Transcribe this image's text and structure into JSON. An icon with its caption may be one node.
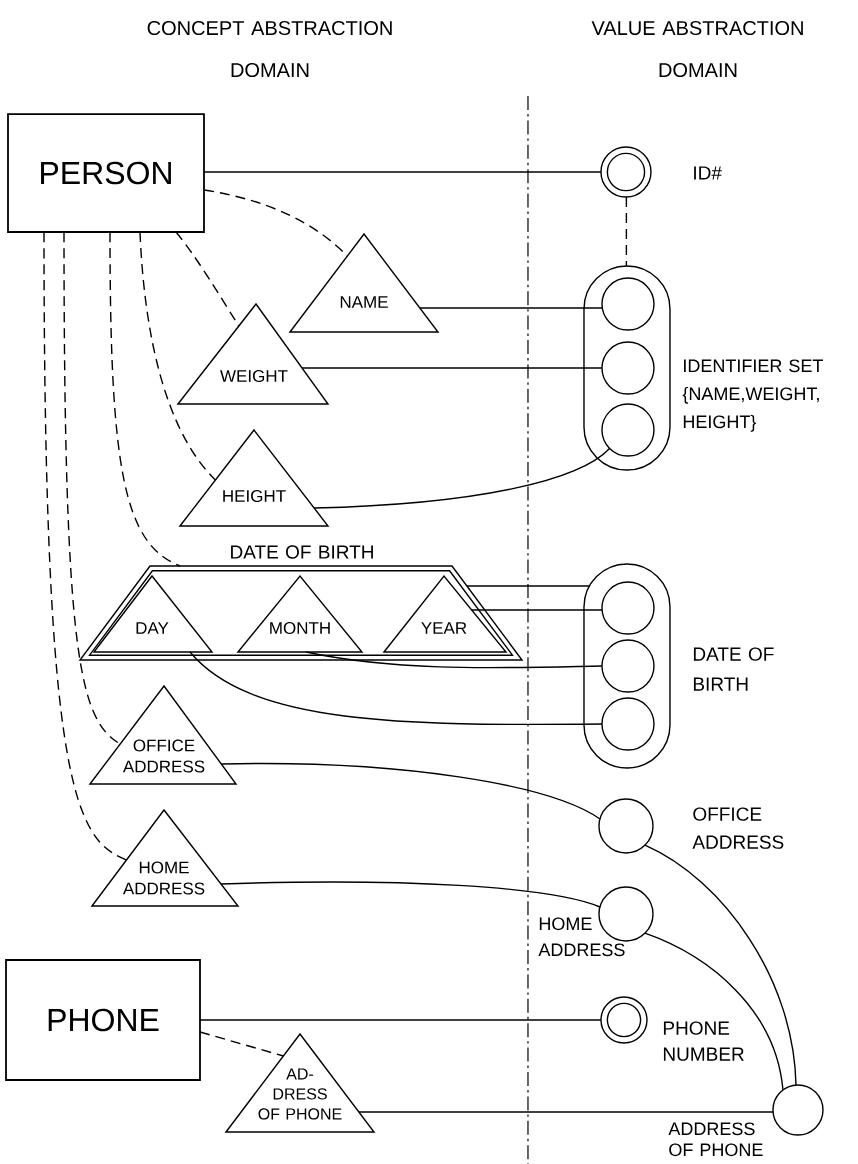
{
  "diagram": {
    "nodes": [
      {
        "text": [
          "PERSON"
        ]
      },
      {
        "text": [],
        "shape": "ring",
        "beside": [
          "ID#"
        ]
      },
      {
        "text": [
          "NAME"
        ]
      },
      {
        "text": [
          "WEIGHT"
        ]
      },
      {
        "text": [
          "HEIGHT"
        ]
      },
      {
        "text": [],
        "shape": "capsule",
        "beside": [
          "IDENTIFIER SET {NAME,WEIGHT, HEIGHT}"
        ]
      },
      {
        "text": [],
        "shape": "circle",
        "in": 5
      },
      {
        "text": [],
        "shape": "circle",
        "in": 5
      },
      {
        "text": [],
        "shape": "circle",
        "in": 5
      },
      {
        "text": [
          "DATE OF BIRTH"
        ]
      },
      {
        "text": [
          "DAY"
        ],
        "in": 9
      },
      {
        "text": [
          "MONTH"
        ],
        "in": 9
      },
      {
        "text": [
          "YEAR"
        ],
        "in": 9
      },
      {
        "text": [],
        "shape": "capsule",
        "beside": [
          "DATE OF BIRTH"
        ]
      },
      {
        "text": [],
        "shape": "circle",
        "in": 13
      },
      {
        "text": [],
        "shape": "circle",
        "in": 13
      },
      {
        "text": [],
        "shape": "circle",
        "in": 13
      },
      {
        "text": [
          "OFFICE ADDRESS"
        ]
      },
      {
        "text": [
          "HOME ADDRESS"
        ]
      },
      {
        "text": [],
        "shape": "circle",
        "beside": [
          "OFFICE ADDRESS"
        ]
      },
      {
        "text": [],
        "shape": "circle",
        "beside": [
          "HOME ADDRESS"
        ]
      },
      {
        "text": [
          "PHONE"
        ]
      },
      {
        "text": [],
        "shape": "ring",
        "beside": [
          "PHONE NUMBER"
        ]
      },
      {
        "text": [
          "AD- DRESS OF PHONE"
        ]
      },
      {
        "text": [],
        "shape": "circle",
        "beside": [
          "ADDRESS OF PHONE"
        ]
      }
    ],
    "edges": [
      {
        "from": 0,
        "to": 1,
        "arrow": "none"
      },
      {
        "from": 0,
        "to": 2,
        "arrow": "none",
        "style": "dashed"
      },
      {
        "from": 0,
        "to": 3,
        "arrow": "none",
        "style": "dashed"
      },
      {
        "from": 0,
        "to": 4,
        "arrow": "none",
        "style": "dashed"
      },
      {
        "from": 0,
        "to": 9,
        "arrow": "none",
        "style": "dashed"
      },
      {
        "from": 0,
        "to": 17,
        "arrow": "none",
        "style": "dashed"
      },
      {
        "from": 0,
        "to": 18,
        "arrow": "none",
        "style": "dashed"
      },
      {
        "from": 1,
        "to": 5,
        "arrow": "none",
        "style": "dashed"
      },
      {
        "from": 2,
        "to": 6,
        "arrow": "none"
      },
      {
        "from": 3,
        "to": 7,
        "arrow": "none"
      },
      {
        "from": 4,
        "to": 8,
        "arrow": "none"
      },
      {
        "from": 9,
        "to": 13,
        "arrow": "none"
      },
      {
        "from": 12,
        "to": 14,
        "arrow": "none"
      },
      {
        "from": 11,
        "to": 15,
        "arrow": "none"
      },
      {
        "from": 10,
        "to": 16,
        "arrow": "none"
      },
      {
        "from": 17,
        "to": 19,
        "arrow": "none"
      },
      {
        "from": 18,
        "to": 20,
        "arrow": "none"
      },
      {
        "from": 19,
        "to": 24,
        "arrow": "none"
      },
      {
        "from": 20,
        "to": 24,
        "arrow": "none"
      },
      {
        "from": 21,
        "to": 22,
        "arrow": "none"
      },
      {
        "from": 21,
        "to": 23,
        "arrow": "none",
        "style": "dashed"
      },
      {
        "from": 23,
        "to": 24,
        "arrow": "none"
      }
    ],
    "labels": [
      "CONCEPT ABSTRACTION DOMAIN",
      "VALUE ABSTRACTION DOMAIN"
    ]
  }
}
